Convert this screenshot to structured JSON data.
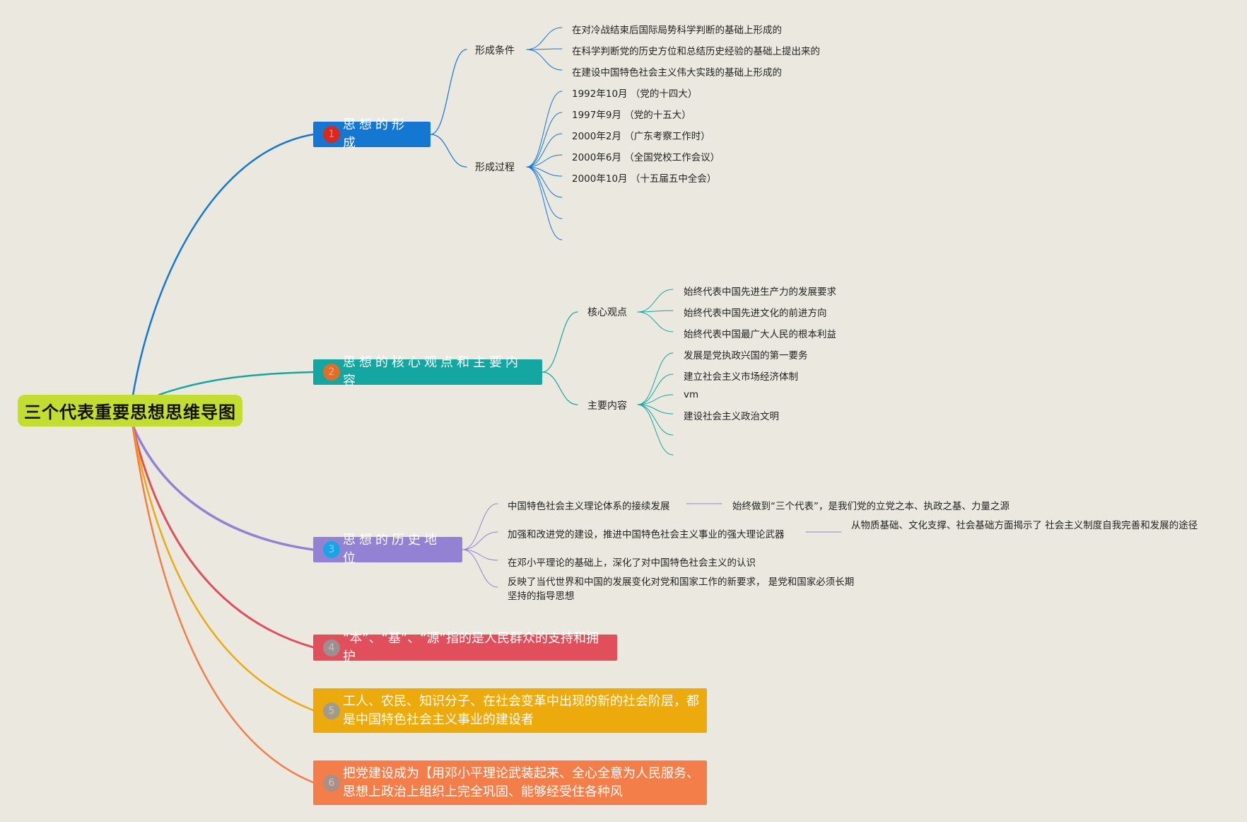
{
  "root": {
    "title": "三个代表重要思想思维导图",
    "color": "#c3dd30"
  },
  "branches": [
    {
      "number": "1",
      "label": "思想的形成",
      "color": "#1478d2",
      "badge": "#d62a20",
      "groups": [
        {
          "label": "形成条件",
          "items": [
            "在对冷战结束后国际局势科学判断的基础上形成的",
            "在科学判断党的历史方位和总结历史经验的基础上提出来的",
            "在建设中国特色社会主义伟大实践的基础上形成的"
          ]
        },
        {
          "label": "形成过程",
          "items": [
            "1992年10月 （党的十四大）",
            "1997年9月 （党的十五大）",
            "2000年2月 （广东考察工作时）",
            "2000年6月 （全国党校工作会议）",
            "2000年10月 （十五届五中全会）"
          ]
        }
      ]
    },
    {
      "number": "2",
      "label": "思想的核心观点和主要内容",
      "color": "#14a7a1",
      "badge": "#e06d28",
      "groups": [
        {
          "label": "核心观点",
          "items": [
            "始终代表中国先进生产力的发展要求",
            "始终代表中国先进文化的前进方向",
            "始终代表中国最广大人民的根本利益"
          ]
        },
        {
          "label": "主要内容",
          "items": [
            "发展是党执政兴国的第一要务",
            "建立社会主义市场经济体制",
            "vm",
            "建设社会主义政治文明"
          ]
        }
      ]
    },
    {
      "number": "3",
      "label": "思想的历史地位",
      "color": "#9382d4",
      "badge": "#1aa4e6",
      "items": [
        {
          "text": "中国特色社会主义理论体系的接续发展",
          "child": "始终做到“三个代表”，是我们党的立党之本、执政之基、力量之源"
        },
        {
          "text": "加强和改进党的建设，推进中国特色社会主义事业的强大理论武器",
          "child": "从物质基础、文化支撑、社会基础方面揭示了 社会主义制度自我完善和发展的途径"
        },
        {
          "text": "在邓小平理论的基础上，深化了对中国特色社会主义的认识"
        },
        {
          "text": "反映了当代世界和中国的发展变化对党和国家工作的新要求， 是党和国家必须长期坚持的指导思想"
        }
      ]
    },
    {
      "number": "4",
      "label": "“本”、“基”、“源”指的是人民群众的支持和拥护",
      "color": "#e14f5c",
      "badge": "#9c8f8f"
    },
    {
      "number": "5",
      "label": "工人、农民、知识分子、在社会变革中出现的新的社会阶层，都是中国特色社会主义事业的建设者",
      "color": "#ecaa0c",
      "badge": "#a09b8a"
    },
    {
      "number": "6",
      "label": "把党建设成为【用邓小平理论武装起来、全心全意为人民服务、思想上政治上组织上完全巩固、能够经受住各种风",
      "color": "#f47e4a",
      "badge": "#a89088"
    }
  ]
}
